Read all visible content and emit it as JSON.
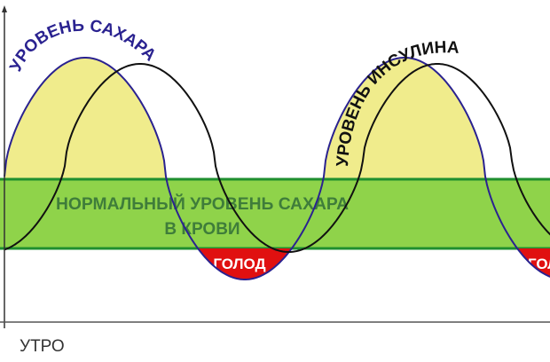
{
  "labels": {
    "sugar_level": "УРОВЕНЬ САХАРА",
    "insulin_level": "УРОВЕНЬ ИНСУЛИНА",
    "normal_band_line1": "НОРМАЛЬНЫЙ УРОВЕНЬ САХАРА",
    "normal_band_line2": "В КРОВИ",
    "hunger_1": "ГОЛОД",
    "hunger_2": "ГОЛОД",
    "time_axis": "УТРО"
  },
  "colors": {
    "sugar_curve": "#2a2290",
    "insulin_curve": "#111111",
    "above_norm_fill": "#f0ec8c",
    "normal_band_fill": "#8fd34a",
    "normal_band_border": "#1f8f2f",
    "hunger_fill": "#e01010",
    "band_text": "#3f7d3a"
  }
}
